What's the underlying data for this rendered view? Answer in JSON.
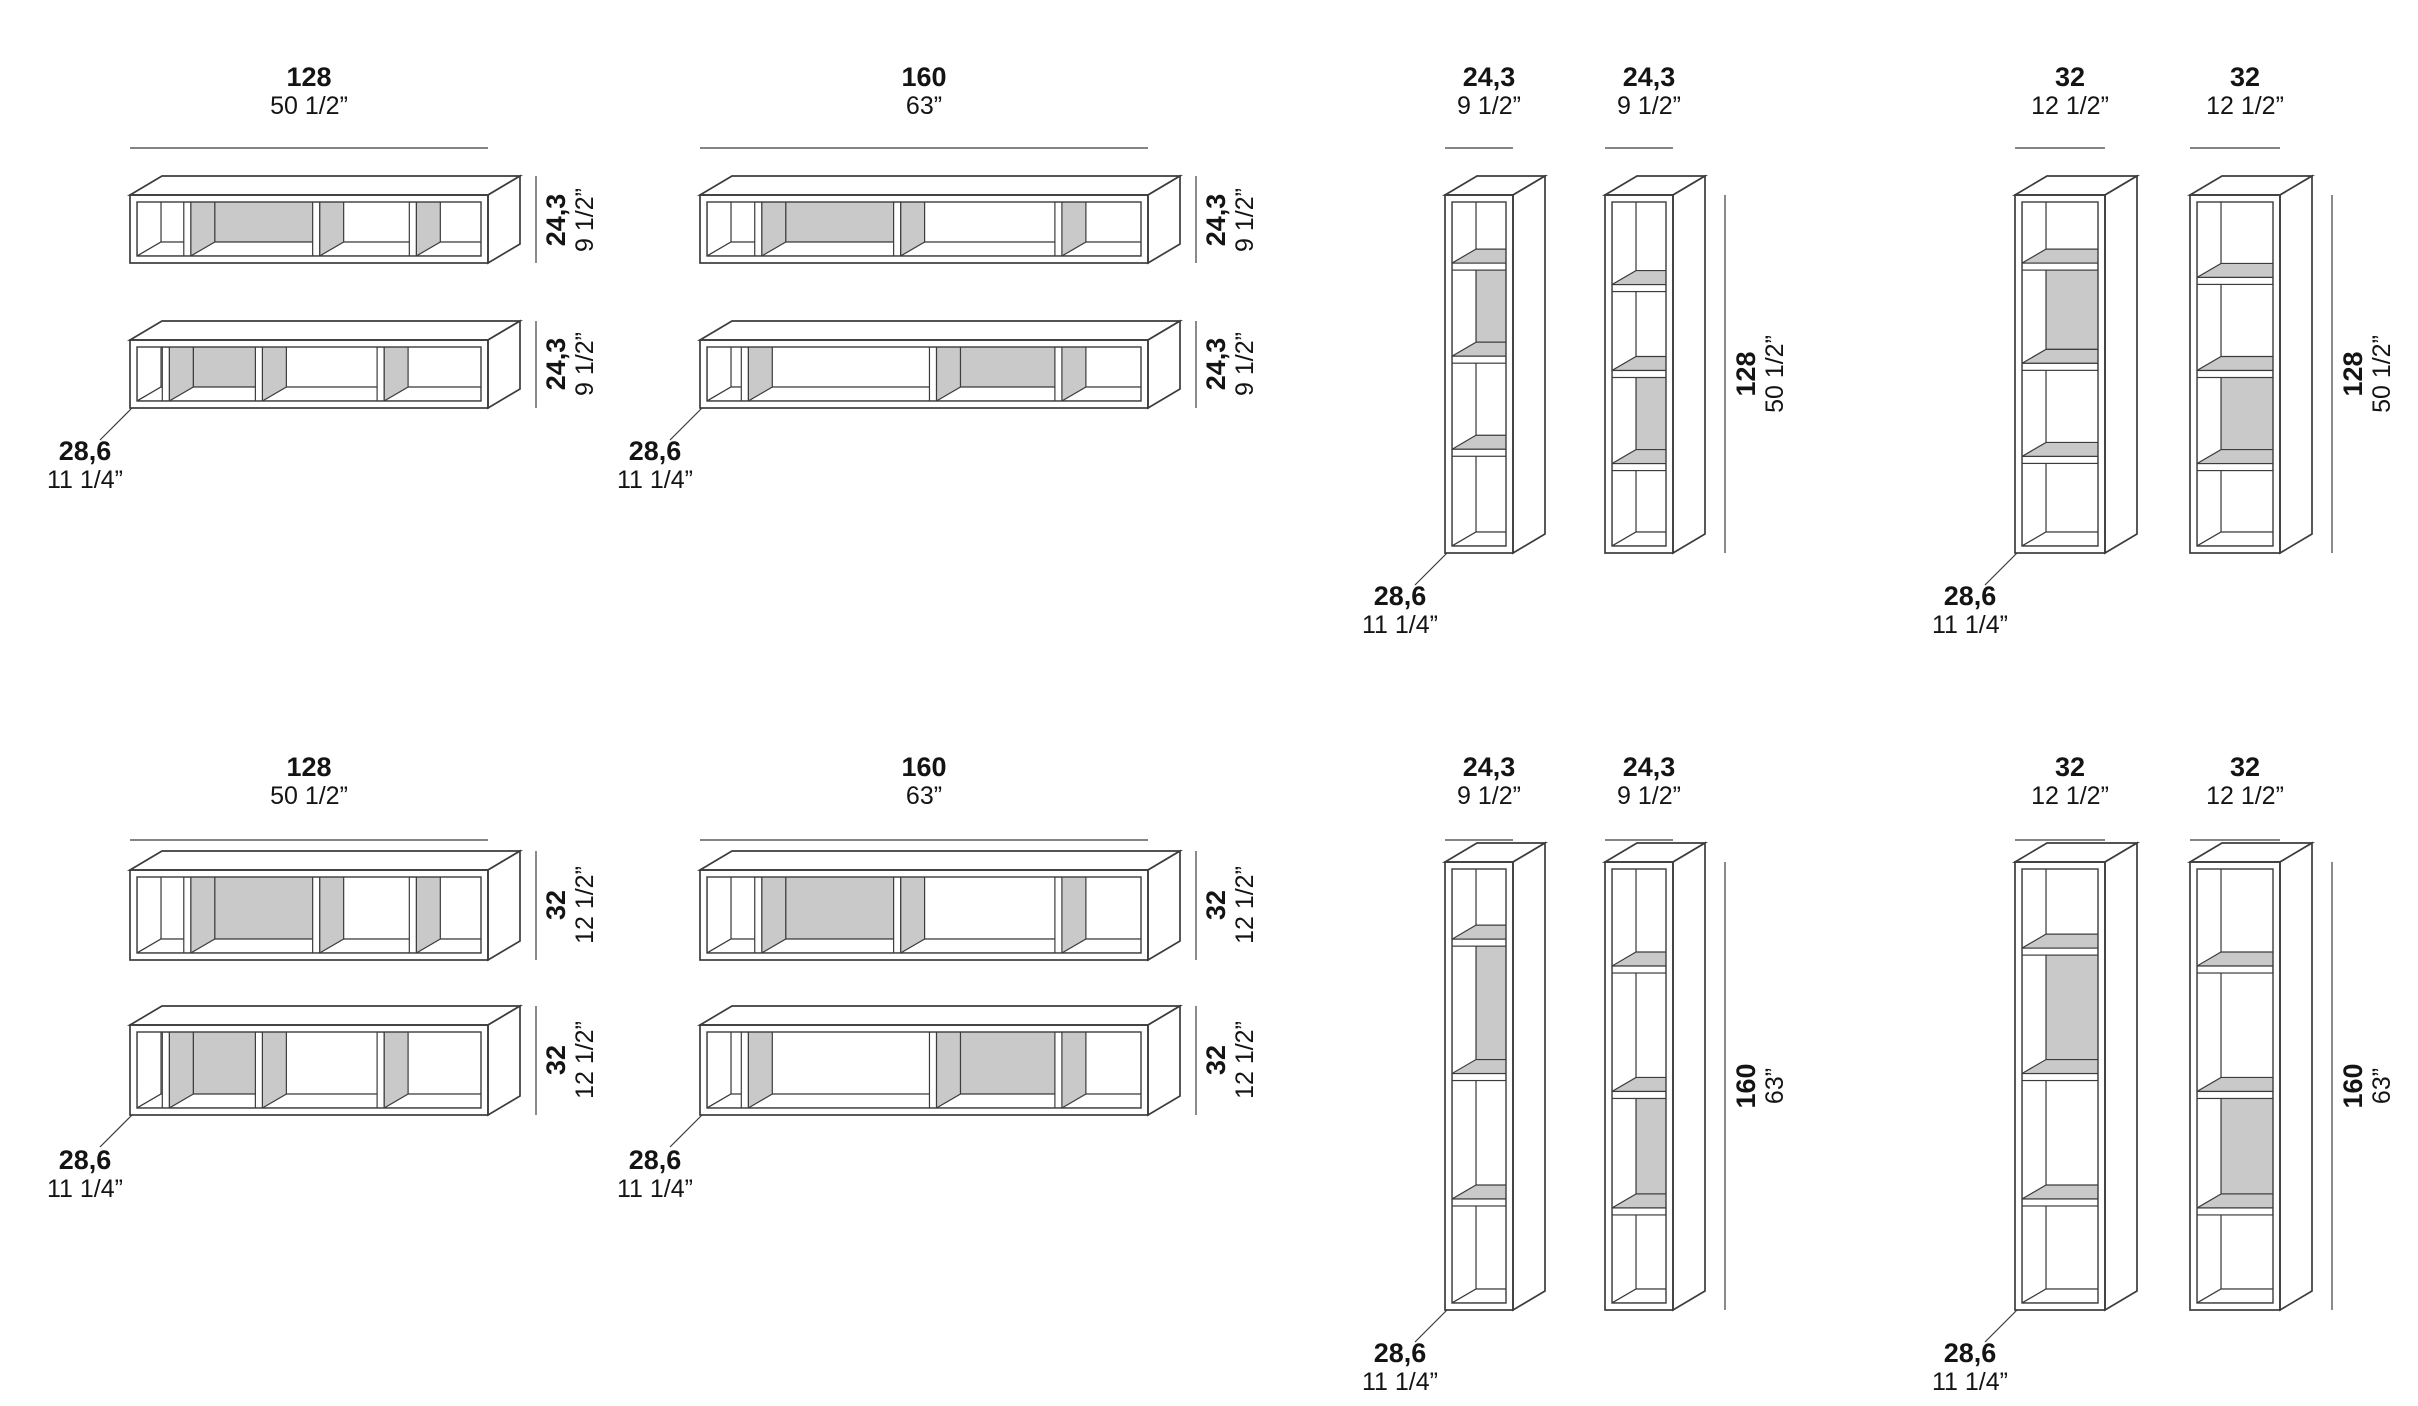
{
  "colors": {
    "line": "#3c3c3c",
    "shade": "#c9c9c9",
    "background": "#ffffff",
    "text": "#141414"
  },
  "groups": [
    {
      "id": "shelf-128x243",
      "width": {
        "cm": "128",
        "inch": "50 1/2”"
      },
      "height": {
        "cm": "24,3",
        "inch": "9 1/2”"
      },
      "depth": {
        "cm": "28,6",
        "inch": "11 1/4”"
      }
    },
    {
      "id": "shelf-160x243",
      "width": {
        "cm": "160",
        "inch": "63”"
      },
      "height": {
        "cm": "24,3",
        "inch": "9 1/2”"
      },
      "depth": {
        "cm": "28,6",
        "inch": "11 1/4”"
      }
    },
    {
      "id": "column-243x128",
      "width": {
        "cm": "24,3",
        "inch": "9 1/2”"
      },
      "height": {
        "cm": "128",
        "inch": "50 1/2”"
      },
      "depth": {
        "cm": "28,6",
        "inch": "11 1/4”"
      }
    },
    {
      "id": "column-32x128",
      "width": {
        "cm": "32",
        "inch": "12 1/2”"
      },
      "height": {
        "cm": "128",
        "inch": "50 1/2”"
      },
      "depth": {
        "cm": "28,6",
        "inch": "11 1/4”"
      }
    },
    {
      "id": "shelf-128x32",
      "width": {
        "cm": "128",
        "inch": "50 1/2”"
      },
      "height": {
        "cm": "32",
        "inch": "12 1/2”"
      },
      "depth": {
        "cm": "28,6",
        "inch": "11 1/4”"
      }
    },
    {
      "id": "shelf-160x32",
      "width": {
        "cm": "160",
        "inch": "63”"
      },
      "height": {
        "cm": "32",
        "inch": "12 1/2”"
      },
      "depth": {
        "cm": "28,6",
        "inch": "11 1/4”"
      }
    },
    {
      "id": "column-243x160",
      "width": {
        "cm": "24,3",
        "inch": "9 1/2”"
      },
      "height": {
        "cm": "160",
        "inch": "63”"
      },
      "depth": {
        "cm": "28,6",
        "inch": "11 1/4”"
      }
    },
    {
      "id": "column-32x160",
      "width": {
        "cm": "32",
        "inch": "12 1/2”"
      },
      "height": {
        "cm": "160",
        "inch": "63”"
      },
      "depth": {
        "cm": "28,6",
        "inch": "11 1/4”"
      }
    }
  ]
}
